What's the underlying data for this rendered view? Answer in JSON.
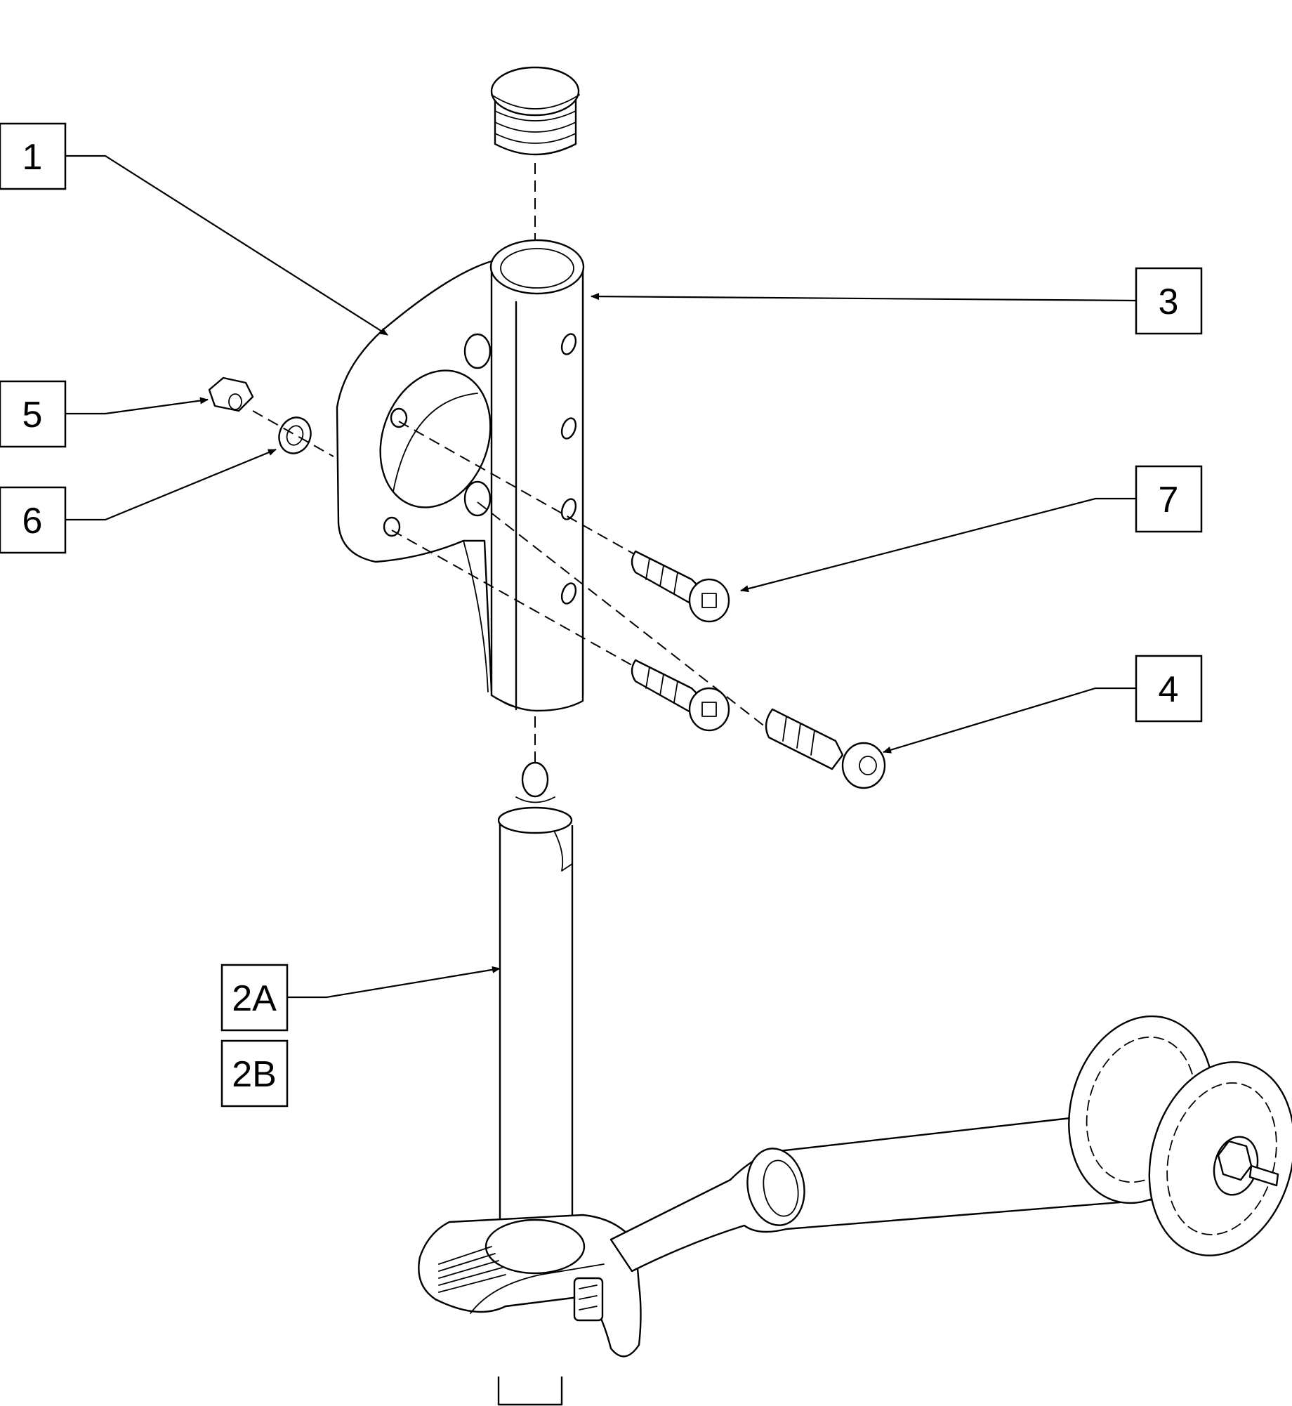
{
  "callouts": [
    {
      "id": "c1",
      "label": "1"
    },
    {
      "id": "c3",
      "label": "3"
    },
    {
      "id": "c5",
      "label": "5"
    },
    {
      "id": "c6",
      "label": "6"
    },
    {
      "id": "c7",
      "label": "7"
    },
    {
      "id": "c4",
      "label": "4"
    },
    {
      "id": "c2a",
      "label": "2A"
    },
    {
      "id": "c2b",
      "label": "2B"
    }
  ]
}
